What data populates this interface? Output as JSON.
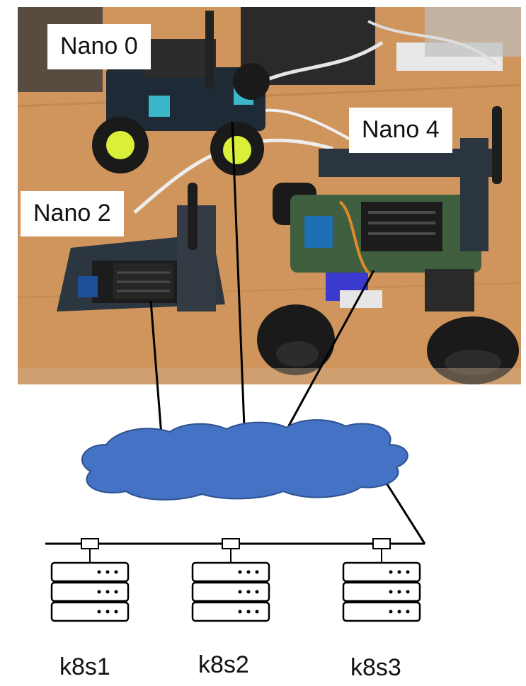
{
  "nodes": {
    "robots": [
      {
        "label": "Nano 0"
      },
      {
        "label": "Nano 4"
      },
      {
        "label": "Nano 2"
      }
    ],
    "servers": [
      {
        "label": "k8s1"
      },
      {
        "label": "k8s2"
      },
      {
        "label": "k8s3"
      }
    ]
  },
  "colors": {
    "cloud_fill": "#4472C4",
    "cloud_stroke": "#2F528F",
    "line": "#000000",
    "table": "#D79A5E",
    "floor": "#C9CBCC"
  }
}
